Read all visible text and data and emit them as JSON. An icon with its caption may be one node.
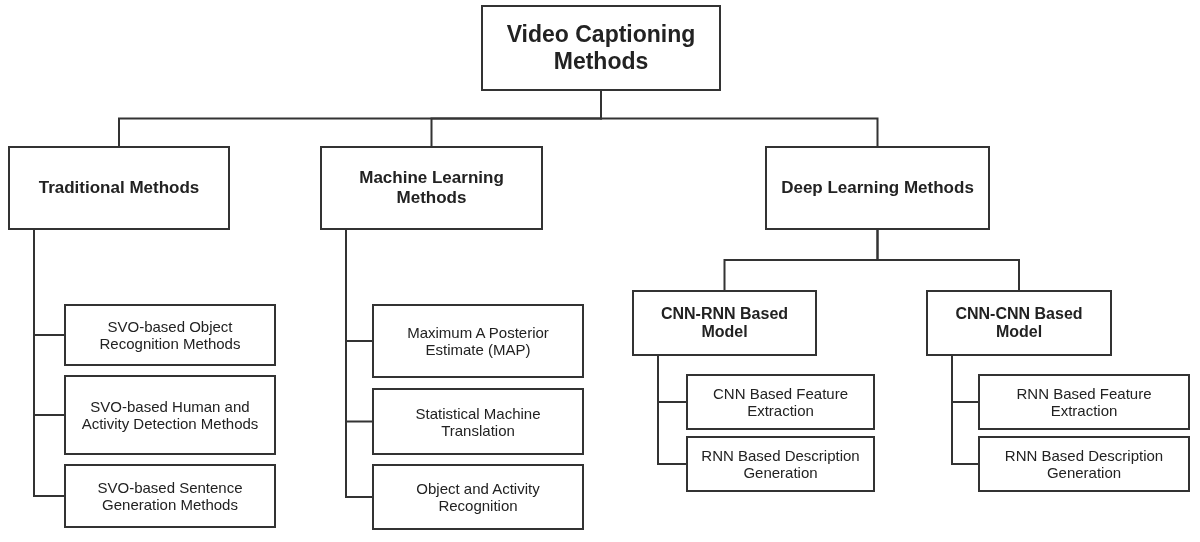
{
  "diagram": {
    "nodes": [
      {
        "text": [
          "Video Captioning Methods"
        ]
      },
      {
        "text": [
          "Traditional Methods"
        ]
      },
      {
        "text": [
          "Machine Learning Methods"
        ]
      },
      {
        "text": [
          "Deep Learning Methods"
        ]
      },
      {
        "text": [
          "SVO-based Object Recognition Methods"
        ]
      },
      {
        "text": [
          "SVO-based Human and Activity Detection Methods"
        ]
      },
      {
        "text": [
          "SVO-based Sentence Generation Methods"
        ]
      },
      {
        "text": [
          "Maximum A Posterior Estimate (MAP)"
        ]
      },
      {
        "text": [
          "Statistical Machine Translation"
        ]
      },
      {
        "text": [
          "Object and Activity Recognition"
        ]
      },
      {
        "text": [
          "CNN-RNN Based Model"
        ]
      },
      {
        "text": [
          "CNN-CNN Based Model"
        ]
      },
      {
        "text": [
          "CNN Based Feature Extraction"
        ]
      },
      {
        "text": [
          "RNN Based Description Generation"
        ]
      },
      {
        "text": [
          "RNN Based Feature Extraction"
        ]
      },
      {
        "text": [
          "RNN Based Description Generation"
        ]
      }
    ],
    "edges": [
      {
        "from": 0,
        "to": 1,
        "arrow": "none"
      },
      {
        "from": 0,
        "to": 2,
        "arrow": "none"
      },
      {
        "from": 0,
        "to": 3,
        "arrow": "none"
      },
      {
        "from": 1,
        "to": 4,
        "arrow": "none"
      },
      {
        "from": 1,
        "to": 5,
        "arrow": "none"
      },
      {
        "from": 1,
        "to": 6,
        "arrow": "none"
      },
      {
        "from": 2,
        "to": 7,
        "arrow": "none"
      },
      {
        "from": 2,
        "to": 8,
        "arrow": "none"
      },
      {
        "from": 2,
        "to": 9,
        "arrow": "none"
      },
      {
        "from": 3,
        "to": 10,
        "arrow": "none"
      },
      {
        "from": 3,
        "to": 11,
        "arrow": "none"
      },
      {
        "from": 10,
        "to": 12,
        "arrow": "none"
      },
      {
        "from": 10,
        "to": 13,
        "arrow": "none"
      },
      {
        "from": 11,
        "to": 14,
        "arrow": "none"
      },
      {
        "from": 11,
        "to": 15,
        "arrow": "none"
      }
    ]
  }
}
